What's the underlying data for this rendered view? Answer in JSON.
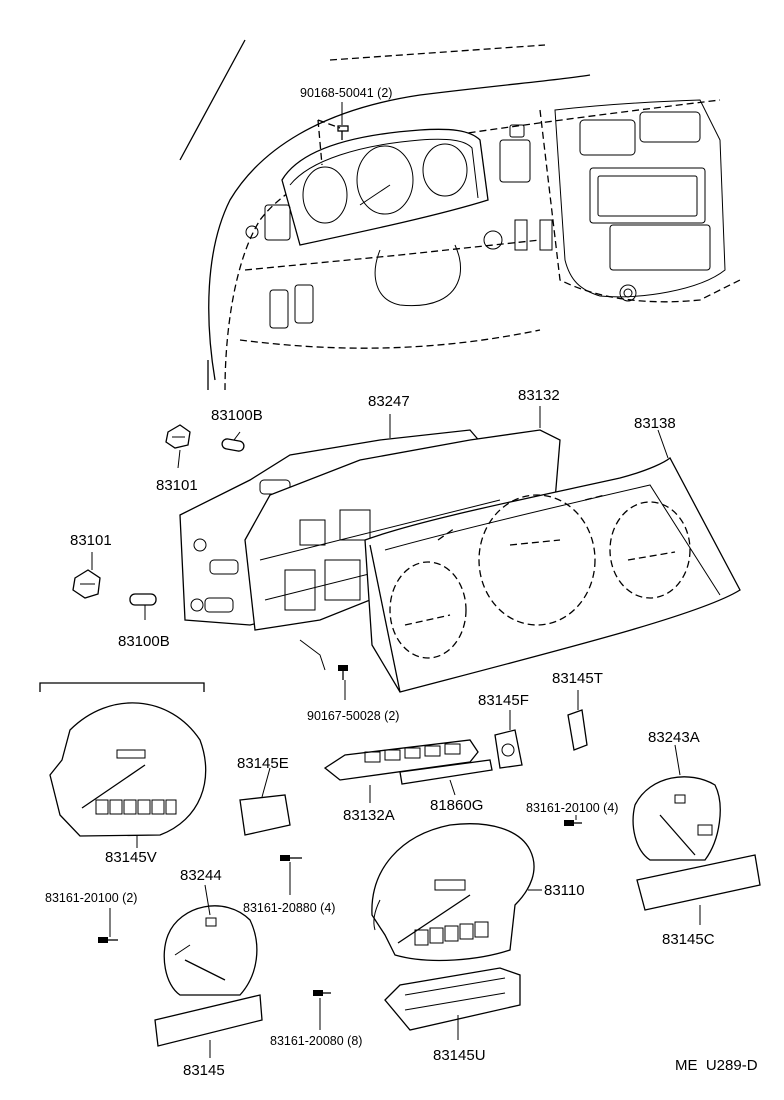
{
  "diagram": {
    "code": "ME  U289-D",
    "labels": {
      "bolt_top": "90168-50041 (2)",
      "p83100B_a": "83100B",
      "p83247": "83247",
      "p83132": "83132",
      "p83138": "83138",
      "p83101_a": "83101",
      "p83101_b": "83101",
      "p83100B_b": "83100B",
      "bolt_mid": "90167-50028 (2)",
      "p83145T": "83145T",
      "p83145F": "83145F",
      "p83145E": "83145E",
      "p83132A": "83132A",
      "p81860G": "81860G",
      "bolt_right": "83161-20100 (4)",
      "p83243A": "83243A",
      "p83145V": "83145V",
      "p83244": "83244",
      "bolt_left": "83161-20100 (2)",
      "bolt_center": "83161-20880 (4)",
      "p83110": "83110",
      "p83145C": "83145C",
      "bolt_bottom": "83161-20080 (8)",
      "p83145U": "83145U",
      "p83145": "83145"
    }
  }
}
